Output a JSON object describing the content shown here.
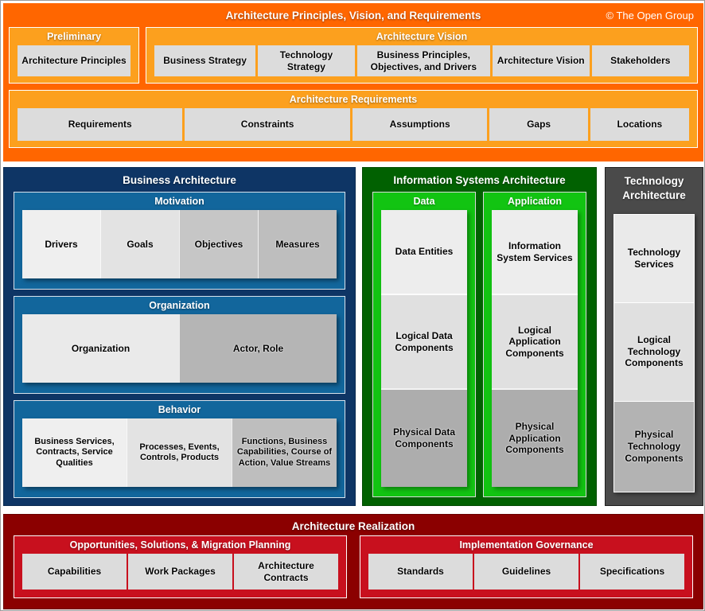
{
  "palette": {
    "orange_outer": "#FF6600",
    "orange_inner": "#FCA01E",
    "navy_outer": "#0E3565",
    "blue_inner": "#12669C",
    "green_outer": "#016101",
    "green_inner": "#12C412",
    "gray_outer": "#4A4A4A",
    "red_outer": "#8B0000",
    "red_inner": "#C8101E",
    "cell_gray": "#DCDCDC",
    "text_on_section": "#FFFFFF",
    "text_on_cell": "#000000"
  },
  "top": {
    "title": "Architecture Principles, Vision, and Requirements",
    "copyright": "© The Open Group",
    "preliminary": {
      "title": "Preliminary",
      "cells": [
        "Architecture Principles"
      ]
    },
    "vision": {
      "title": "Architecture Vision",
      "cells": [
        "Business Strategy",
        "Technology Strategy",
        "Business Principles, Objectives, and Drivers",
        "Architecture Vision",
        "Stakeholders"
      ]
    },
    "requirements": {
      "title": "Architecture Requirements",
      "cells": [
        "Requirements",
        "Constraints",
        "Assumptions",
        "Gaps",
        "Locations"
      ]
    }
  },
  "business": {
    "title": "Business Architecture",
    "groups": [
      {
        "title": "Motivation",
        "cells": [
          "Drivers",
          "Goals",
          "Objectives",
          "Measures"
        ]
      },
      {
        "title": "Organization",
        "cells": [
          "Organization",
          "Actor, Role"
        ]
      },
      {
        "title": "Behavior",
        "cells": [
          "Business Services, Contracts, Service Qualities",
          "Processes, Events, Controls, Products",
          "Functions, Business Capabilities, Course of Action, Value Streams"
        ]
      }
    ]
  },
  "information": {
    "title": "Information Systems Architecture",
    "columns": [
      {
        "title": "Data",
        "cells": [
          "Data Entities",
          "Logical Data Components",
          "Physical Data Components"
        ]
      },
      {
        "title": "Application",
        "cells": [
          "Information System Services",
          "Logical Application Components",
          "Physical Application Components"
        ]
      }
    ]
  },
  "technology": {
    "title": "Technology Architecture",
    "cells": [
      "Technology Services",
      "Logical Technology Components",
      "Physical Technology Components"
    ]
  },
  "realization": {
    "title": "Architecture Realization",
    "boxes": [
      {
        "title": "Opportunities, Solutions, & Migration Planning",
        "cells": [
          "Capabilities",
          "Work Packages",
          "Architecture Contracts"
        ]
      },
      {
        "title": "Implementation Governance",
        "cells": [
          "Standards",
          "Guidelines",
          "Specifications"
        ]
      }
    ]
  }
}
